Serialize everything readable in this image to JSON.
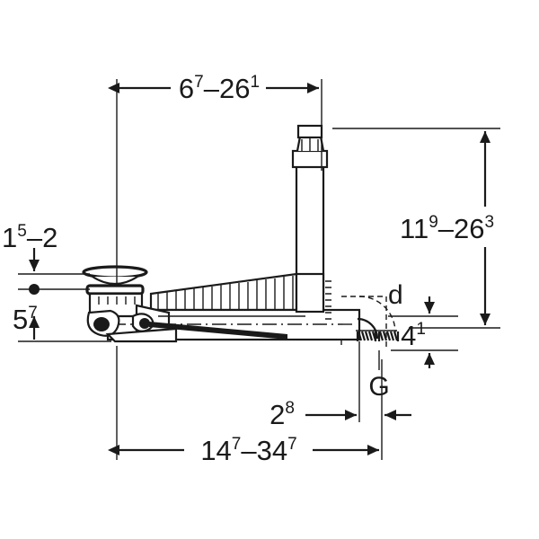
{
  "drawing": {
    "title": "Sanitary waste trap technical dimension drawing",
    "line_color": "#1a1a1a",
    "background_color": "#ffffff",
    "dimensions": {
      "top_horizontal": {
        "value_main_1": "6",
        "value_sup_1": "7",
        "separator": "–",
        "value_main_2": "26",
        "value_sup_2": "1",
        "full": "6⁷–26¹"
      },
      "right_vertical": {
        "value_main_1": "11",
        "value_sup_1": "9",
        "separator": "–",
        "value_main_2": "26",
        "value_sup_2": "3",
        "full": "11⁹–26³"
      },
      "left_upper": {
        "value_main_1": "1",
        "value_sup_1": "5",
        "separator": "–",
        "value_main_2": "2",
        "value_sup_2": "",
        "full": "1⁵–2"
      },
      "left_lower": {
        "value_main_1": "5",
        "value_sup_1": "7",
        "full": "5⁷"
      },
      "bottom_horizontal": {
        "value_main_1": "14",
        "value_sup_1": "7",
        "separator": "–",
        "value_main_2": "34",
        "value_sup_2": "7",
        "full": "14⁷–34⁷"
      },
      "outlet_offset": {
        "value_main_1": "2",
        "value_sup_1": "8",
        "full": "2⁸"
      },
      "outlet_height": {
        "value_main_1": "4",
        "value_sup_1": "1",
        "full": "4¹"
      }
    },
    "labels": {
      "diameter": "d",
      "thread": "G"
    }
  }
}
